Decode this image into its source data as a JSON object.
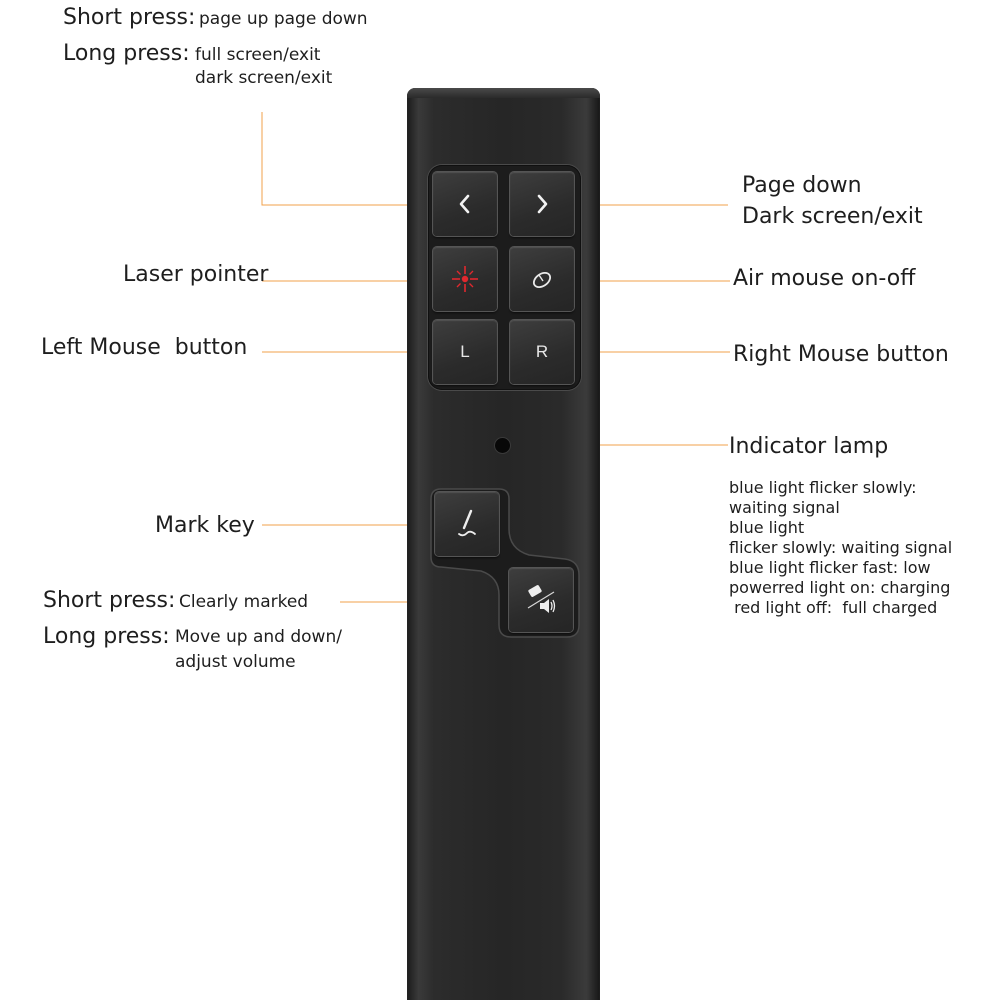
{
  "top_left": {
    "short_press_label": "Short press:",
    "short_press_value": "page up   page down",
    "long_press_label": "Long press:",
    "long_press_value_1": "full screen/exit",
    "long_press_value_2": "dark screen/exit"
  },
  "page_down": {
    "line1": "Page down",
    "line2": "Dark screen/exit"
  },
  "laser_pointer": "Laser pointer",
  "air_mouse": "Air mouse on-off",
  "left_mouse": "Left Mouse  button",
  "right_mouse": "Right Mouse button",
  "indicator": {
    "title": "Indicator lamp",
    "lines": [
      "blue light flicker slowly:",
      "waiting signal",
      "blue light",
      "flicker slowly: waiting signal",
      "blue light flicker fast: low",
      "powerred light on: charging",
      " red light off:  full charged"
    ]
  },
  "mark_key": "Mark key",
  "bottom_left": {
    "short_press_label": "Short press:",
    "short_press_value": "Clearly marked",
    "long_press_label": "Long press:",
    "long_press_value_1": "Move up and down/",
    "long_press_value_2": "adjust volume"
  },
  "keys": {
    "left": "L",
    "right": "R"
  },
  "icons": {
    "prev": "chevron-left-icon",
    "next": "chevron-right-icon",
    "laser": "laser-crosshair-icon",
    "mouse": "mouse-icon",
    "pen": "pen-icon",
    "eraser_volume": "eraser-volume-icon"
  },
  "colors": {
    "leader_line": "#f0a04b",
    "laser_red": "#e0282e",
    "body": "#262626"
  }
}
